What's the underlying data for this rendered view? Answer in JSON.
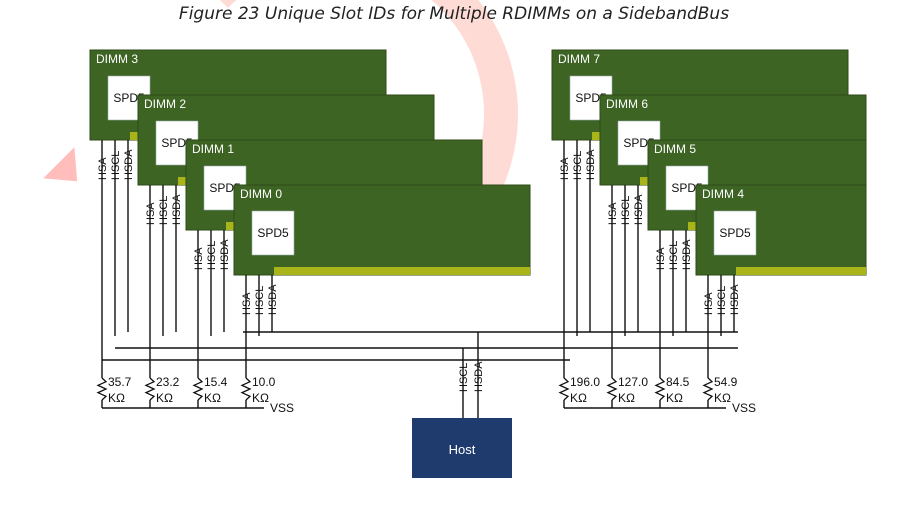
{
  "caption": "Figure 23 Unique Slot IDs for Multiple RDIMMs on a SidebandBus",
  "colors": {
    "dimm_fill": "#3d6423",
    "dimm_border": "#2e4a1a",
    "pins": "#a8b418",
    "spd_fill": "#ffffff",
    "host_fill": "#1f3b6e",
    "wire": "#111111",
    "label_text": "#ffffff",
    "watermark": "#ff5a46"
  },
  "signal_labels": [
    "HSA",
    "HSCL",
    "HSDA"
  ],
  "left_group": {
    "dimms": [
      {
        "name": "DIMM 3",
        "spd": "SPD5"
      },
      {
        "name": "DIMM 2",
        "spd": "SPD5"
      },
      {
        "name": "DIMM 1",
        "spd": "SPD5"
      },
      {
        "name": "DIMM 0",
        "spd": "SPD5"
      }
    ],
    "resistors": [
      {
        "value": "35.7",
        "unit": "KΩ"
      },
      {
        "value": "23.2",
        "unit": "KΩ"
      },
      {
        "value": "15.4",
        "unit": "KΩ"
      },
      {
        "value": "10.0",
        "unit": "KΩ"
      }
    ],
    "ground": "VSS"
  },
  "right_group": {
    "dimms": [
      {
        "name": "DIMM 7",
        "spd": "SPD5"
      },
      {
        "name": "DIMM 6",
        "spd": "SPD5"
      },
      {
        "name": "DIMM 5",
        "spd": "SPD5"
      },
      {
        "name": "DIMM 4",
        "spd": "SPD5"
      }
    ],
    "resistors": [
      {
        "value": "196.0",
        "unit": "KΩ"
      },
      {
        "value": "127.0",
        "unit": "KΩ"
      },
      {
        "value": "84.5",
        "unit": "KΩ"
      },
      {
        "value": "54.9",
        "unit": "KΩ"
      }
    ],
    "ground": "VSS"
  },
  "host": {
    "label": "Host",
    "signals": [
      "HSCL",
      "HSDA"
    ]
  }
}
